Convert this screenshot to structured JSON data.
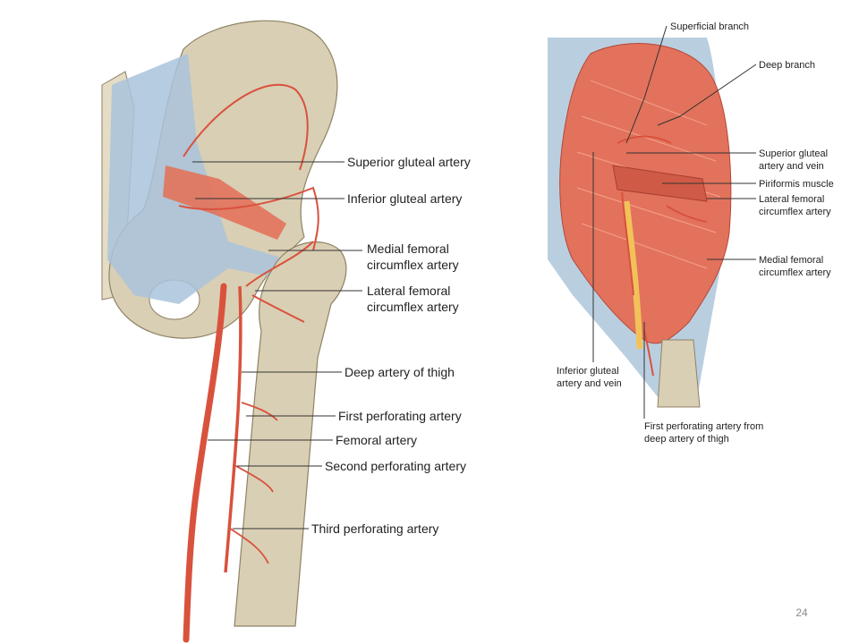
{
  "left_figure": {
    "labels": [
      "Superior gluteal artery",
      "Inferior gluteal artery",
      "Medial femoral",
      "circumflex artery",
      "Lateral femoral",
      "circumflex artery",
      "Deep artery of thigh",
      "First perforating artery",
      "Femoral artery",
      "Second perforating artery",
      "Third perforating artery"
    ]
  },
  "right_figure": {
    "labels": [
      "Superficial branch",
      "Deep branch",
      "Superior gluteal",
      "artery and vein",
      "Piriformis muscle",
      "Lateral femoral",
      "circumflex artery",
      "Medial femoral",
      "circumflex artery",
      "Inferior gluteal",
      "artery and vein",
      "First perforating artery from",
      "deep artery of thigh"
    ]
  },
  "slide_number": "24",
  "colors": {
    "bone": "#d9cfb4",
    "bone_outline": "#8f8265",
    "ligament": "#a9c3dc",
    "artery": "#d9523d",
    "muscle": "#e2725b",
    "nerve": "#f2c25a"
  }
}
